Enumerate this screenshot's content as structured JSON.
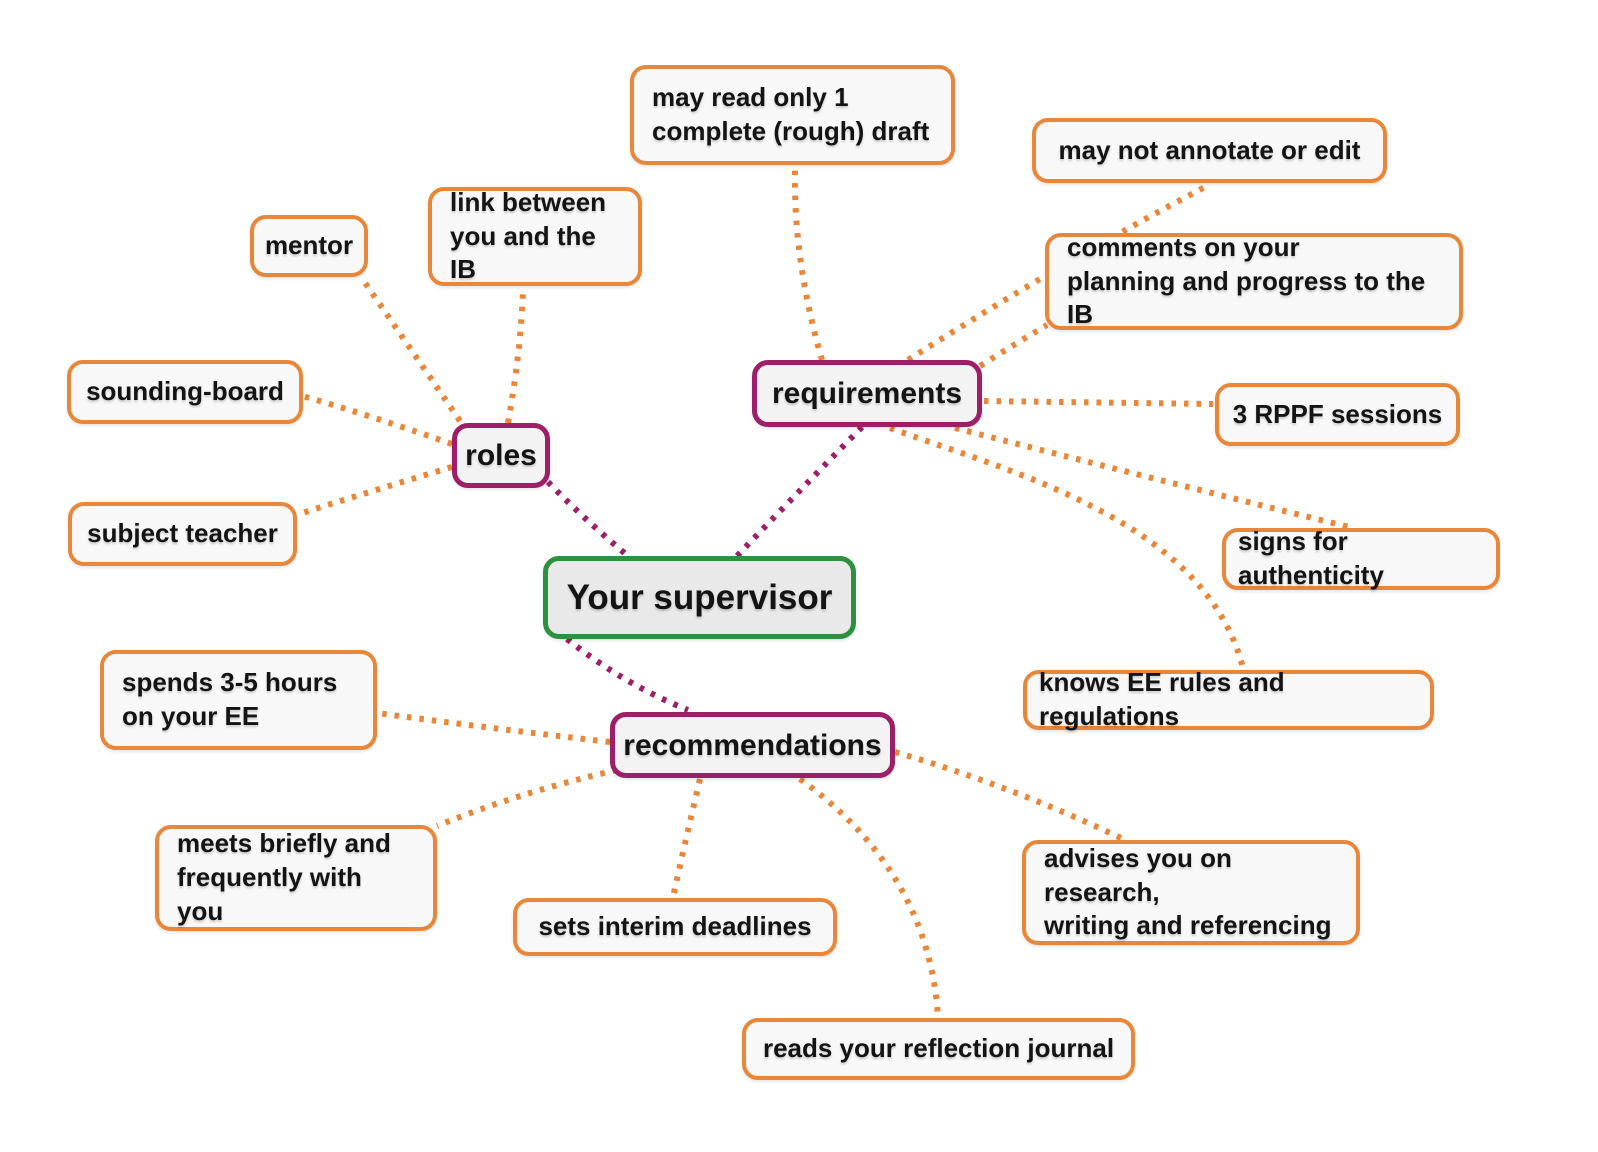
{
  "colors": {
    "orange": "#E8873A",
    "purple": "#9E1F68",
    "green": "#2E9140",
    "leaf-fill": "#F8F8F8",
    "branch-fill": "#F3F3F3",
    "center-fill": "#E9E9E9",
    "text": "#141414"
  },
  "center": {
    "label": "Your supervisor"
  },
  "branches": [
    {
      "label": "roles",
      "children": [
        {
          "label": "mentor"
        },
        {
          "label": "link between\nyou and the IB"
        },
        {
          "label": "sounding-board"
        },
        {
          "label": "subject teacher"
        }
      ]
    },
    {
      "label": "requirements",
      "children": [
        {
          "label": "may read only 1\ncomplete (rough) draft"
        },
        {
          "label": "may not annotate or edit"
        },
        {
          "label": "comments on your\nplanning and progress to the IB"
        },
        {
          "label": "3 RPPF sessions"
        },
        {
          "label": "signs for authenticity"
        },
        {
          "label": "knows EE rules and regulations"
        }
      ]
    },
    {
      "label": "recommendations",
      "children": [
        {
          "label": "spends 3-5 hours\non your EE"
        },
        {
          "label": "meets briefly and\nfrequently with you"
        },
        {
          "label": "sets interim deadlines"
        },
        {
          "label": "reads your reflection journal"
        },
        {
          "label": "advises you on research,\nwriting and referencing"
        }
      ]
    }
  ]
}
